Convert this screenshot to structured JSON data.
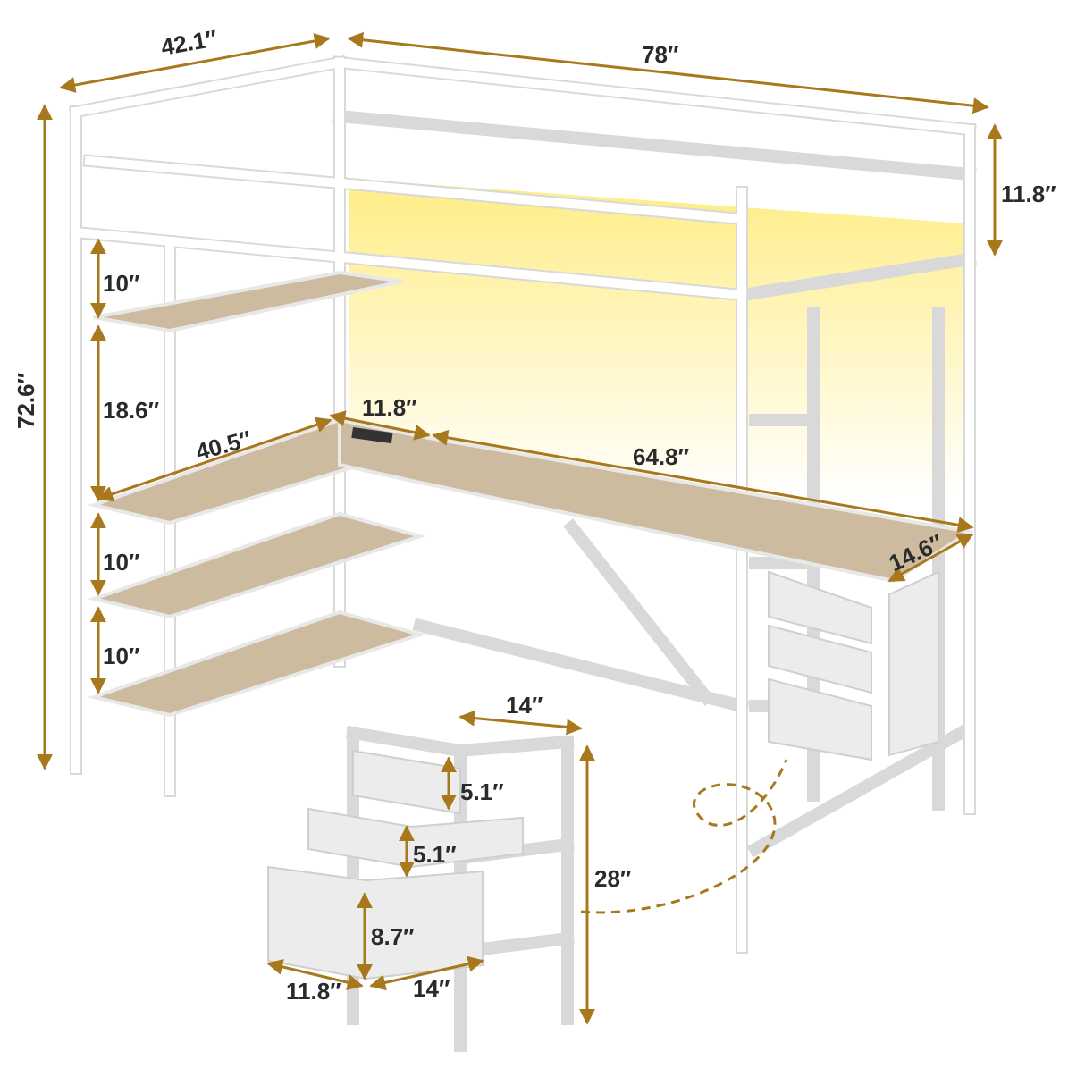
{
  "product": {
    "dimension_color": "#a8791c",
    "wood_color": "#cdbba0",
    "frame_color": "#ffffff",
    "light_color": "#ffe866"
  },
  "dimensions": {
    "bed_width": "42.1″",
    "bed_length": "78″",
    "guardrail_height": "11.8″",
    "total_height": "72.6″",
    "top_shelf_gap": "10″",
    "upper_shelf_gap": "18.6″",
    "desk_corner_depth": "11.8″",
    "desk_side_length": "40.5″",
    "desk_main_length": "64.8″",
    "desk_depth": "14.6″",
    "middle_shelf_gap": "10″",
    "bottom_shelf_gap": "10″",
    "cabinet_width_top": "14″",
    "drawer1_height": "5.1″",
    "drawer2_height": "5.1″",
    "cabinet_height": "28″",
    "drawer3_height": "8.7″",
    "cabinet_depth": "11.8″",
    "cabinet_width_bottom": "14″"
  }
}
